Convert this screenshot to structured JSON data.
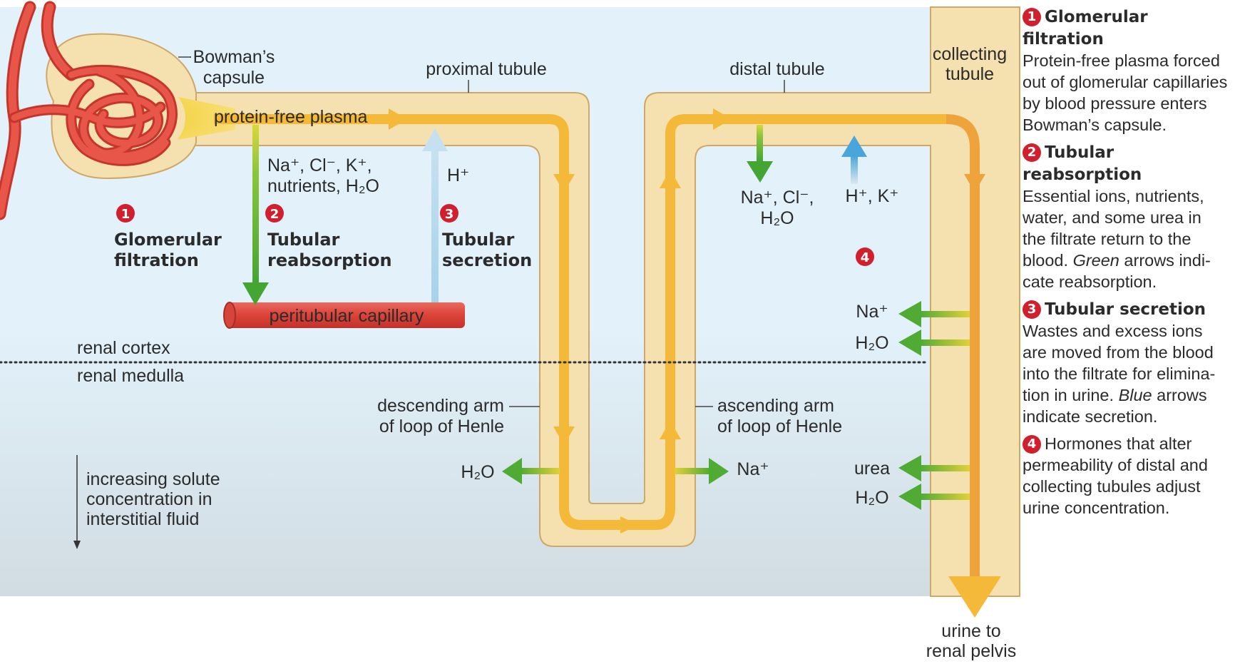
{
  "labels": {
    "bowmans_capsule": [
      "Bowman’s",
      "capsule"
    ],
    "proximal_tubule": "proximal tubule",
    "distal_tubule": "distal tubule",
    "collecting_tubule": [
      "collecting",
      "tubule"
    ],
    "protein_free_plasma": "protein-free plasma",
    "peritubular_capillary": "peritubular capillary",
    "renal_cortex": "renal cortex",
    "renal_medulla": "renal medulla",
    "descending_arm": [
      "descending arm",
      "of loop of Henle"
    ],
    "ascending_arm": [
      "ascending arm",
      "of loop of Henle"
    ],
    "solute_gradient": [
      "increasing solute",
      "concentration in",
      "interstitial fluid"
    ],
    "urine_out": [
      "urine to",
      "renal pelvis"
    ]
  },
  "steps_on_diagram": [
    {
      "number": "1",
      "title": [
        "Glomerular",
        "filtration"
      ]
    },
    {
      "number": "2",
      "title": [
        "Tubular",
        "reabsorption"
      ]
    },
    {
      "number": "3",
      "title": [
        "Tubular",
        "secretion"
      ]
    },
    {
      "number": "4"
    }
  ],
  "substances": {
    "reabsorbed_proximal": [
      "Na⁺, Cl⁻, K⁺,",
      "nutrients, H₂O"
    ],
    "secreted_proximal": "H⁺",
    "reabsorbed_distal": [
      "Na⁺, Cl⁻,",
      "H₂O"
    ],
    "secreted_distal": "H⁺, K⁺",
    "descending_out": "H₂O",
    "ascending_out": "Na⁺",
    "collecting_cortex": [
      "Na⁺",
      "H₂O"
    ],
    "collecting_medulla": [
      "urea",
      "H₂O"
    ]
  },
  "sidebar": [
    {
      "number": "1",
      "title": "Glomerular filtration",
      "lines": [
        "Protein-free plasma forced",
        "out of glomerular capillaries",
        "by blood pressure enters",
        "Bowman’s capsule."
      ]
    },
    {
      "number": "2",
      "title": "Tubular reabsorption",
      "lines": [
        "Essential ions, nutrients,",
        "water, and some urea in",
        "the filtrate return to the"
      ],
      "tail_line": {
        "before": "blood. ",
        "italic": "Green",
        "after": " arrows indi-"
      },
      "last_line": "cate reabsorption."
    },
    {
      "number": "3",
      "title": "Tubular secretion",
      "lines": [
        "Wastes and excess ions",
        "are moved from the blood",
        "into the filtrate for elimina-"
      ],
      "tail_line": {
        "before": "tion in urine. ",
        "italic": "Blue",
        "after": " arrows"
      },
      "last_line": "indicate secretion."
    },
    {
      "number": "4",
      "title_inline": "Hormones that alter",
      "lines": [
        "permeability of distal and",
        "collecting tubules adjust",
        "urine concentration."
      ]
    }
  ],
  "colors": {
    "cortex_bg": "#e2f1fa",
    "medulla_bg_bottom": "#d3dde2",
    "tubule_fill": "#f5e1b0",
    "tubule_stroke": "#cfa766",
    "filtrate_flow": "#f5b93a",
    "collecting_flow": "#eea43b",
    "capillary_red": "#e0483e",
    "reabsorption_green": "#5cb032",
    "secretion_blue": "#8fc8e8",
    "step_marker": "#d0202e"
  }
}
